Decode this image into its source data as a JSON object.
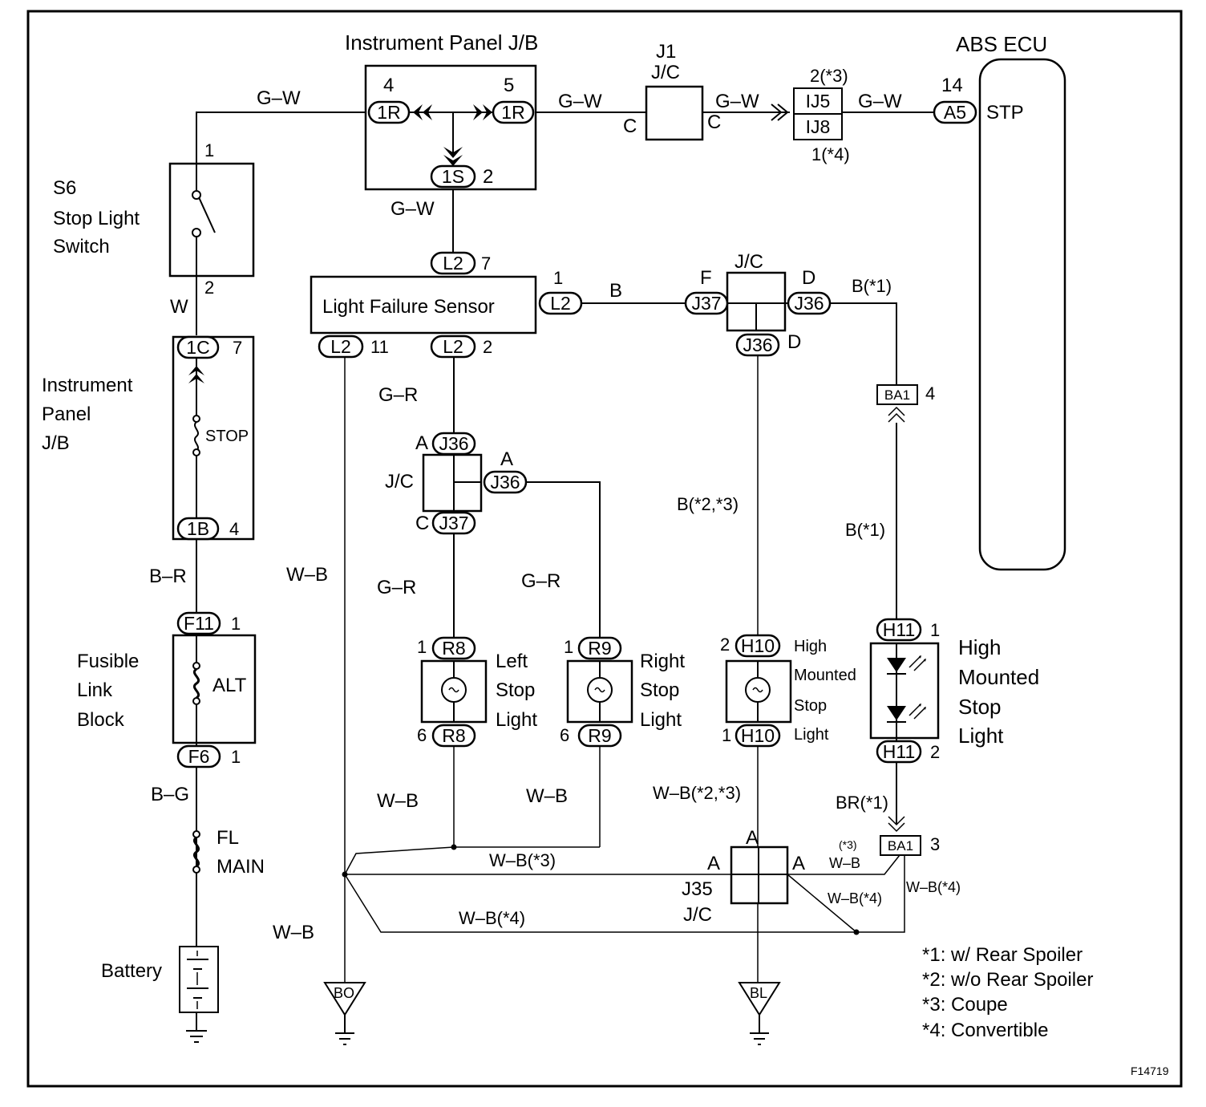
{
  "diagram": {
    "code": "F14719",
    "components": {
      "ip_jb_top": "Instrument Panel J/B",
      "abs_ecu": "ABS ECU",
      "abs_stp": "STP",
      "j1_a": "J1",
      "j1_b": "J/C",
      "stop_switch_1": "S6",
      "stop_switch_2": "Stop Light",
      "stop_switch_3": "Switch",
      "lfs": "Light Failure Sensor",
      "jc_label": "J/C",
      "ip_jb_left_1": "Instrument",
      "ip_jb_left_2": "Panel",
      "ip_jb_left_3": "J/B",
      "fuse_stop": "STOP",
      "fusible_1": "Fusible",
      "fusible_2": "Link",
      "fusible_3": "Block",
      "fuse_alt": "ALT",
      "fl_1": "FL",
      "fl_2": "MAIN",
      "battery": "Battery",
      "left_1": "Left",
      "left_2": "Stop",
      "left_3": "Light",
      "right_1": "Right",
      "right_2": "Stop",
      "right_3": "Light",
      "hm_small_1": "High",
      "hm_small_2": "Mounted",
      "hm_small_3": "Stop",
      "hm_small_4": "Light",
      "hm_big_1": "High",
      "hm_big_2": "Mounted",
      "hm_big_3": "Stop",
      "hm_big_4": "Light",
      "j35_1": "J35",
      "j35_2": "J/C"
    },
    "connectors": {
      "c_1r_a": "1R",
      "c_1r_b": "1R",
      "c_1s": "1S",
      "c_ij5": "IJ5",
      "c_ij8": "IJ8",
      "c_a5": "A5",
      "c_l2_top": "L2",
      "c_l2_right": "L2",
      "c_l2_b11": "L2",
      "c_l2_b2": "L2",
      "c_j37_f": "J37",
      "c_j36_d": "J36",
      "c_j36_dd": "J36",
      "c_1c": "1C",
      "c_1b": "1B",
      "c_f11": "F11",
      "c_f6": "F6",
      "c_j36_a": "J36",
      "c_j36_a2": "J36",
      "c_j37_c": "J37",
      "c_r8_top": "R8",
      "c_r8_bot": "R8",
      "c_r9_top": "R9",
      "c_r9_bot": "R9",
      "c_h10_top": "H10",
      "c_h10_bot": "H10",
      "c_h11_top": "H11",
      "c_h11_bot": "H11",
      "c_ba1_4": "BA1",
      "c_ba1_3": "BA1",
      "g_bo": "BO",
      "g_bl": "BL"
    },
    "pins": {
      "p4": "4",
      "p5": "5",
      "p2_1s": "2",
      "p14": "14",
      "p2_ij": "2(*3)",
      "p1_ij": "1(*4)",
      "p_c1": "C",
      "p_c2": "C",
      "p1_sw": "1",
      "p2_sw": "2",
      "p7_l2": "7",
      "p1_l2": "1",
      "p11_l2": "11",
      "p2_l2": "2",
      "p_f": "F",
      "p_d1": "D",
      "p_d2": "D",
      "p7_1c": "7",
      "p4_1b": "4",
      "p1_f11": "1",
      "p1_f6": "1",
      "p_a1": "A",
      "p_a2": "A",
      "p_c3": "C",
      "p1_r8": "1",
      "p6_r8": "6",
      "p1_r9": "1",
      "p6_r9": "6",
      "p2_h10": "2",
      "p1_h10": "1",
      "p1_h11": "1",
      "p2_h11": "2",
      "p4_ba1": "4",
      "p3_ba1": "3",
      "p_a_j35_top": "A",
      "p_a_j35_left": "A",
      "p_a_j35_right": "A"
    },
    "wires": {
      "gw_1": "G–W",
      "gw_2": "G–W",
      "gw_3": "G–W",
      "gw_4": "G–W",
      "gw_5": "G–W",
      "b_1": "B",
      "b_star1_top": "B(*1)",
      "w_sw": "W",
      "br": "B–R",
      "bg": "B–G",
      "gr_1": "G–R",
      "gr_2": "G–R",
      "gr_3": "G–R",
      "b_23": "B(*2,*3)",
      "b_star1_mid": "B(*1)",
      "wb_1": "W–B",
      "wb_2": "W–B",
      "wb_3": "W–B",
      "wb_4": "W–B",
      "wb_23": "W–B(*2,*3)",
      "br_star1": "BR(*1)",
      "wb_star3": "W–B(*3)",
      "wb_star4": "W–B(*4)",
      "wb_star3_small_a": "(*3)",
      "wb_star3_small_b": "W–B",
      "wb_star4_small": "W–B(*4)",
      "wb_star4_right": "W–B(*4)"
    },
    "notes": [
      "*1: w/ Rear Spoiler",
      "*2: w/o Rear Spoiler",
      "*3: Coupe",
      "*4: Convertible"
    ]
  }
}
